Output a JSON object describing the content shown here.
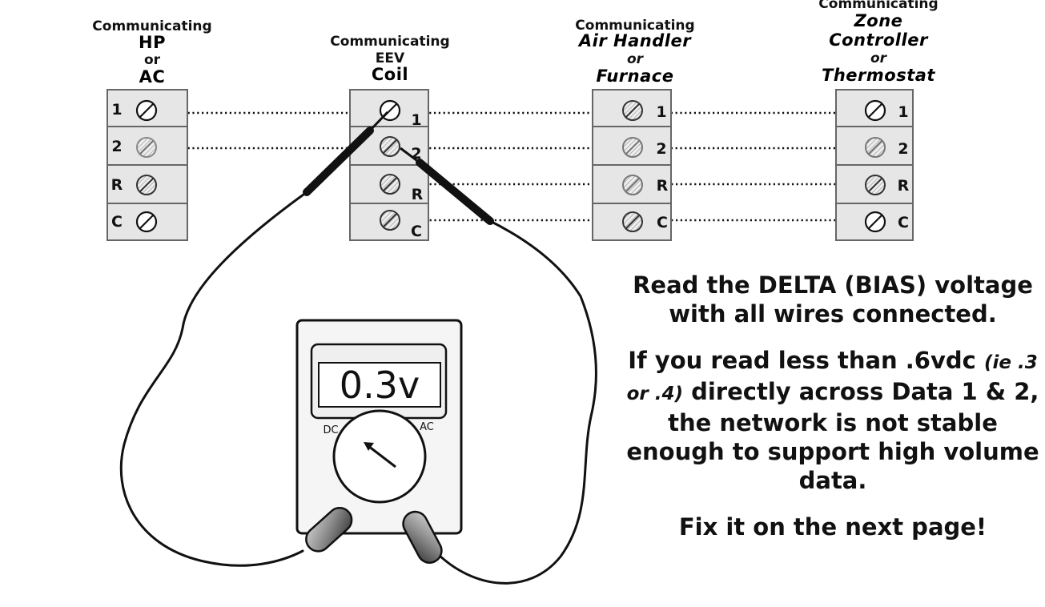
{
  "devices": [
    {
      "id": "hp",
      "lines": [
        {
          "text": "Communicating",
          "style": "small"
        },
        {
          "text": "HP",
          "style": "big"
        },
        {
          "text": "or",
          "style": "small"
        },
        {
          "text": "AC",
          "style": "big"
        }
      ]
    },
    {
      "id": "eev",
      "lines": [
        {
          "text": "Communicating",
          "style": "small"
        },
        {
          "text": "EEV",
          "style": "small"
        },
        {
          "text": "Coil",
          "style": "big"
        }
      ]
    },
    {
      "id": "ah",
      "lines": [
        {
          "text": "Communicating",
          "style": "small"
        },
        {
          "text": "Air Handler",
          "style": "big-italic"
        },
        {
          "text": "or",
          "style": "small-italic"
        },
        {
          "text": "Furnace",
          "style": "big-italic"
        }
      ]
    },
    {
      "id": "zone",
      "lines": [
        {
          "text": "Communicating",
          "style": "small"
        },
        {
          "text": "Zone",
          "style": "big-italic"
        },
        {
          "text": "Controller",
          "style": "big-italic"
        },
        {
          "text": "or",
          "style": "small-italic"
        },
        {
          "text": "Thermostat",
          "style": "big-italic"
        }
      ]
    }
  ],
  "terminals": [
    "1",
    "2",
    "R",
    "C"
  ],
  "meter": {
    "reading": "0.3v",
    "mode_dc": "DC",
    "mode_ac": "AC"
  },
  "note": {
    "para1": "Read the DELTA (BIAS) voltage with all wires connected.",
    "para2_start": "If you read less than .6vdc",
    "para2_italic": "(ie .3 or .4)",
    "para2_end": "directly across Data 1 & 2, the network is not stable enough to support high volume data.",
    "para3": "Fix it on the next page!"
  },
  "colors": {
    "ink": "#111111",
    "block_fill": "#e6e6e6",
    "block_stroke": "#666666"
  }
}
